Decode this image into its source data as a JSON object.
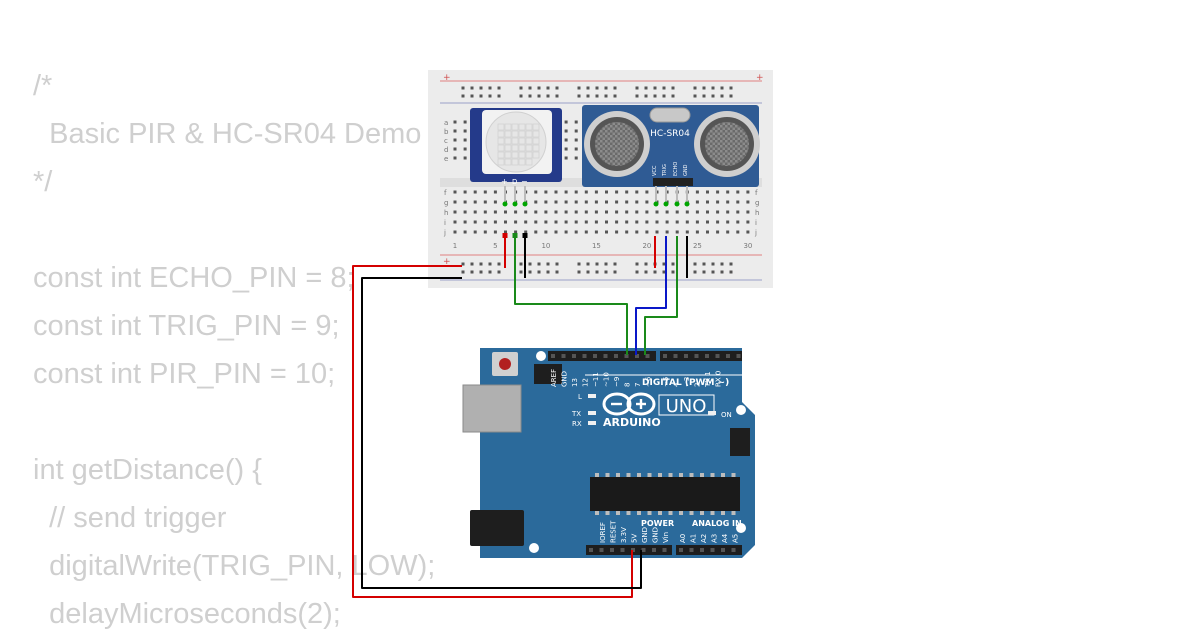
{
  "code_lines": [
    "/*",
    "  Basic PIR & HC-SR04 Demo",
    "*/",
    "",
    "const int ECHO_PIN = 8;",
    "const int TRIG_PIN = 9;",
    "const int PIR_PIN = 10;",
    "",
    "int getDistance() {",
    "  // send trigger",
    "  digitalWrite(TRIG_PIN, LOW);",
    "  delayMicroseconds(2);"
  ],
  "breadboard": {
    "row_letters_top": [
      "a",
      "b",
      "c",
      "d",
      "e"
    ],
    "row_letters_bottom": [
      "f",
      "g",
      "h",
      "i",
      "j"
    ],
    "column_numbers": [
      "1",
      "5",
      "10",
      "15",
      "20",
      "25",
      "30"
    ],
    "rail_plus": "+",
    "rail_minus": "−"
  },
  "pir_sensor": {
    "pin_labels": [
      "+",
      "D",
      "−"
    ],
    "body_color": "#243a8a"
  },
  "ultrasonic_sensor": {
    "label": "HC-SR04",
    "pin_labels": [
      "VCC",
      "TRIG",
      "ECHO",
      "GND"
    ],
    "body_color": "#2f5b94"
  },
  "arduino": {
    "brand": "ARDUINO",
    "model": "UNO",
    "digital_label": "DIGITAL (PWM ~)",
    "digital_pins": [
      "AREF",
      "GND",
      "13",
      "12",
      "~11",
      "~10",
      "~9",
      "8",
      "7",
      "~6",
      "~5",
      "4",
      "~3",
      "2",
      "TX 1",
      "RX 0"
    ],
    "power_label": "POWER",
    "power_pins": [
      "IOREF",
      "RESET",
      "3.3V",
      "5V",
      "GND",
      "GND",
      "Vin"
    ],
    "analog_label": "ANALOG IN",
    "analog_pins": [
      "A0",
      "A1",
      "A2",
      "A3",
      "A4",
      "A5"
    ],
    "led_labels": [
      "L",
      "TX",
      "RX",
      "ON"
    ],
    "board_color": "#2b6a9b"
  },
  "wire_colors": {
    "power": "#d40000",
    "ground": "#000000",
    "signal": "#1a8a1a",
    "trig": "#0a18c8",
    "lead": "#00a400"
  }
}
